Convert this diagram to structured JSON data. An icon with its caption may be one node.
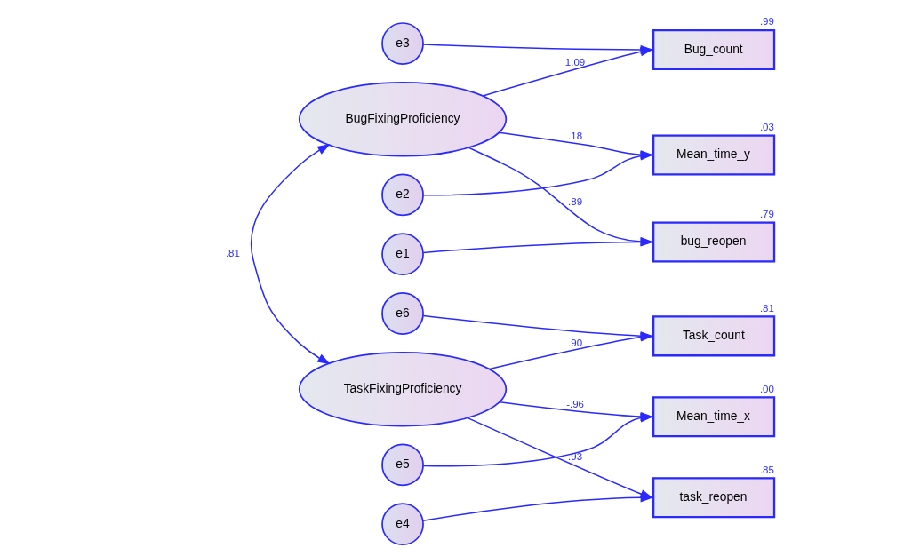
{
  "diagram": {
    "nodes": [
      {
        "text": [
          "e3"
        ]
      },
      {
        "text": [
          "Bug_count"
        ],
        "beside": [
          ".99"
        ]
      },
      {
        "text": [
          "e2"
        ]
      },
      {
        "text": [
          "Mean_time_y"
        ],
        "beside": [
          ".03"
        ]
      },
      {
        "text": [
          "e1"
        ]
      },
      {
        "text": [
          "bug_reopen"
        ],
        "beside": [
          ".79"
        ]
      },
      {
        "text": [
          "BugFixingProficiency"
        ]
      },
      {
        "text": [
          "e6"
        ]
      },
      {
        "text": [
          "Task_count"
        ],
        "beside": [
          ".81"
        ]
      },
      {
        "text": [
          "e5"
        ]
      },
      {
        "text": [
          "Mean_time_x"
        ],
        "beside": [
          ".00"
        ]
      },
      {
        "text": [
          "e4"
        ]
      },
      {
        "text": [
          "task_reopen"
        ],
        "beside": [
          ".85"
        ]
      },
      {
        "text": [
          "TaskFixingProficiency"
        ]
      }
    ],
    "edges": [
      {
        "from": 0,
        "to": 1,
        "arrow": "to"
      },
      {
        "from": 2,
        "to": 3,
        "arrow": "to"
      },
      {
        "from": 4,
        "to": 5,
        "arrow": "to"
      },
      {
        "from": 6,
        "to": 1,
        "arrow": "to",
        "label": "1.09"
      },
      {
        "from": 6,
        "to": 3,
        "arrow": "to",
        "label": ".18"
      },
      {
        "from": 6,
        "to": 5,
        "arrow": "to",
        "label": ".89"
      },
      {
        "from": 6,
        "to": 13,
        "arrow": "both",
        "label": ".81"
      },
      {
        "from": 7,
        "to": 8,
        "arrow": "to"
      },
      {
        "from": 9,
        "to": 10,
        "arrow": "to"
      },
      {
        "from": 11,
        "to": 12,
        "arrow": "to"
      },
      {
        "from": 13,
        "to": 8,
        "arrow": "to",
        "label": ".90"
      },
      {
        "from": 13,
        "to": 10,
        "arrow": "to",
        "label": "-.96"
      },
      {
        "from": 13,
        "to": 12,
        "arrow": "to",
        "label": ".93"
      }
    ]
  }
}
